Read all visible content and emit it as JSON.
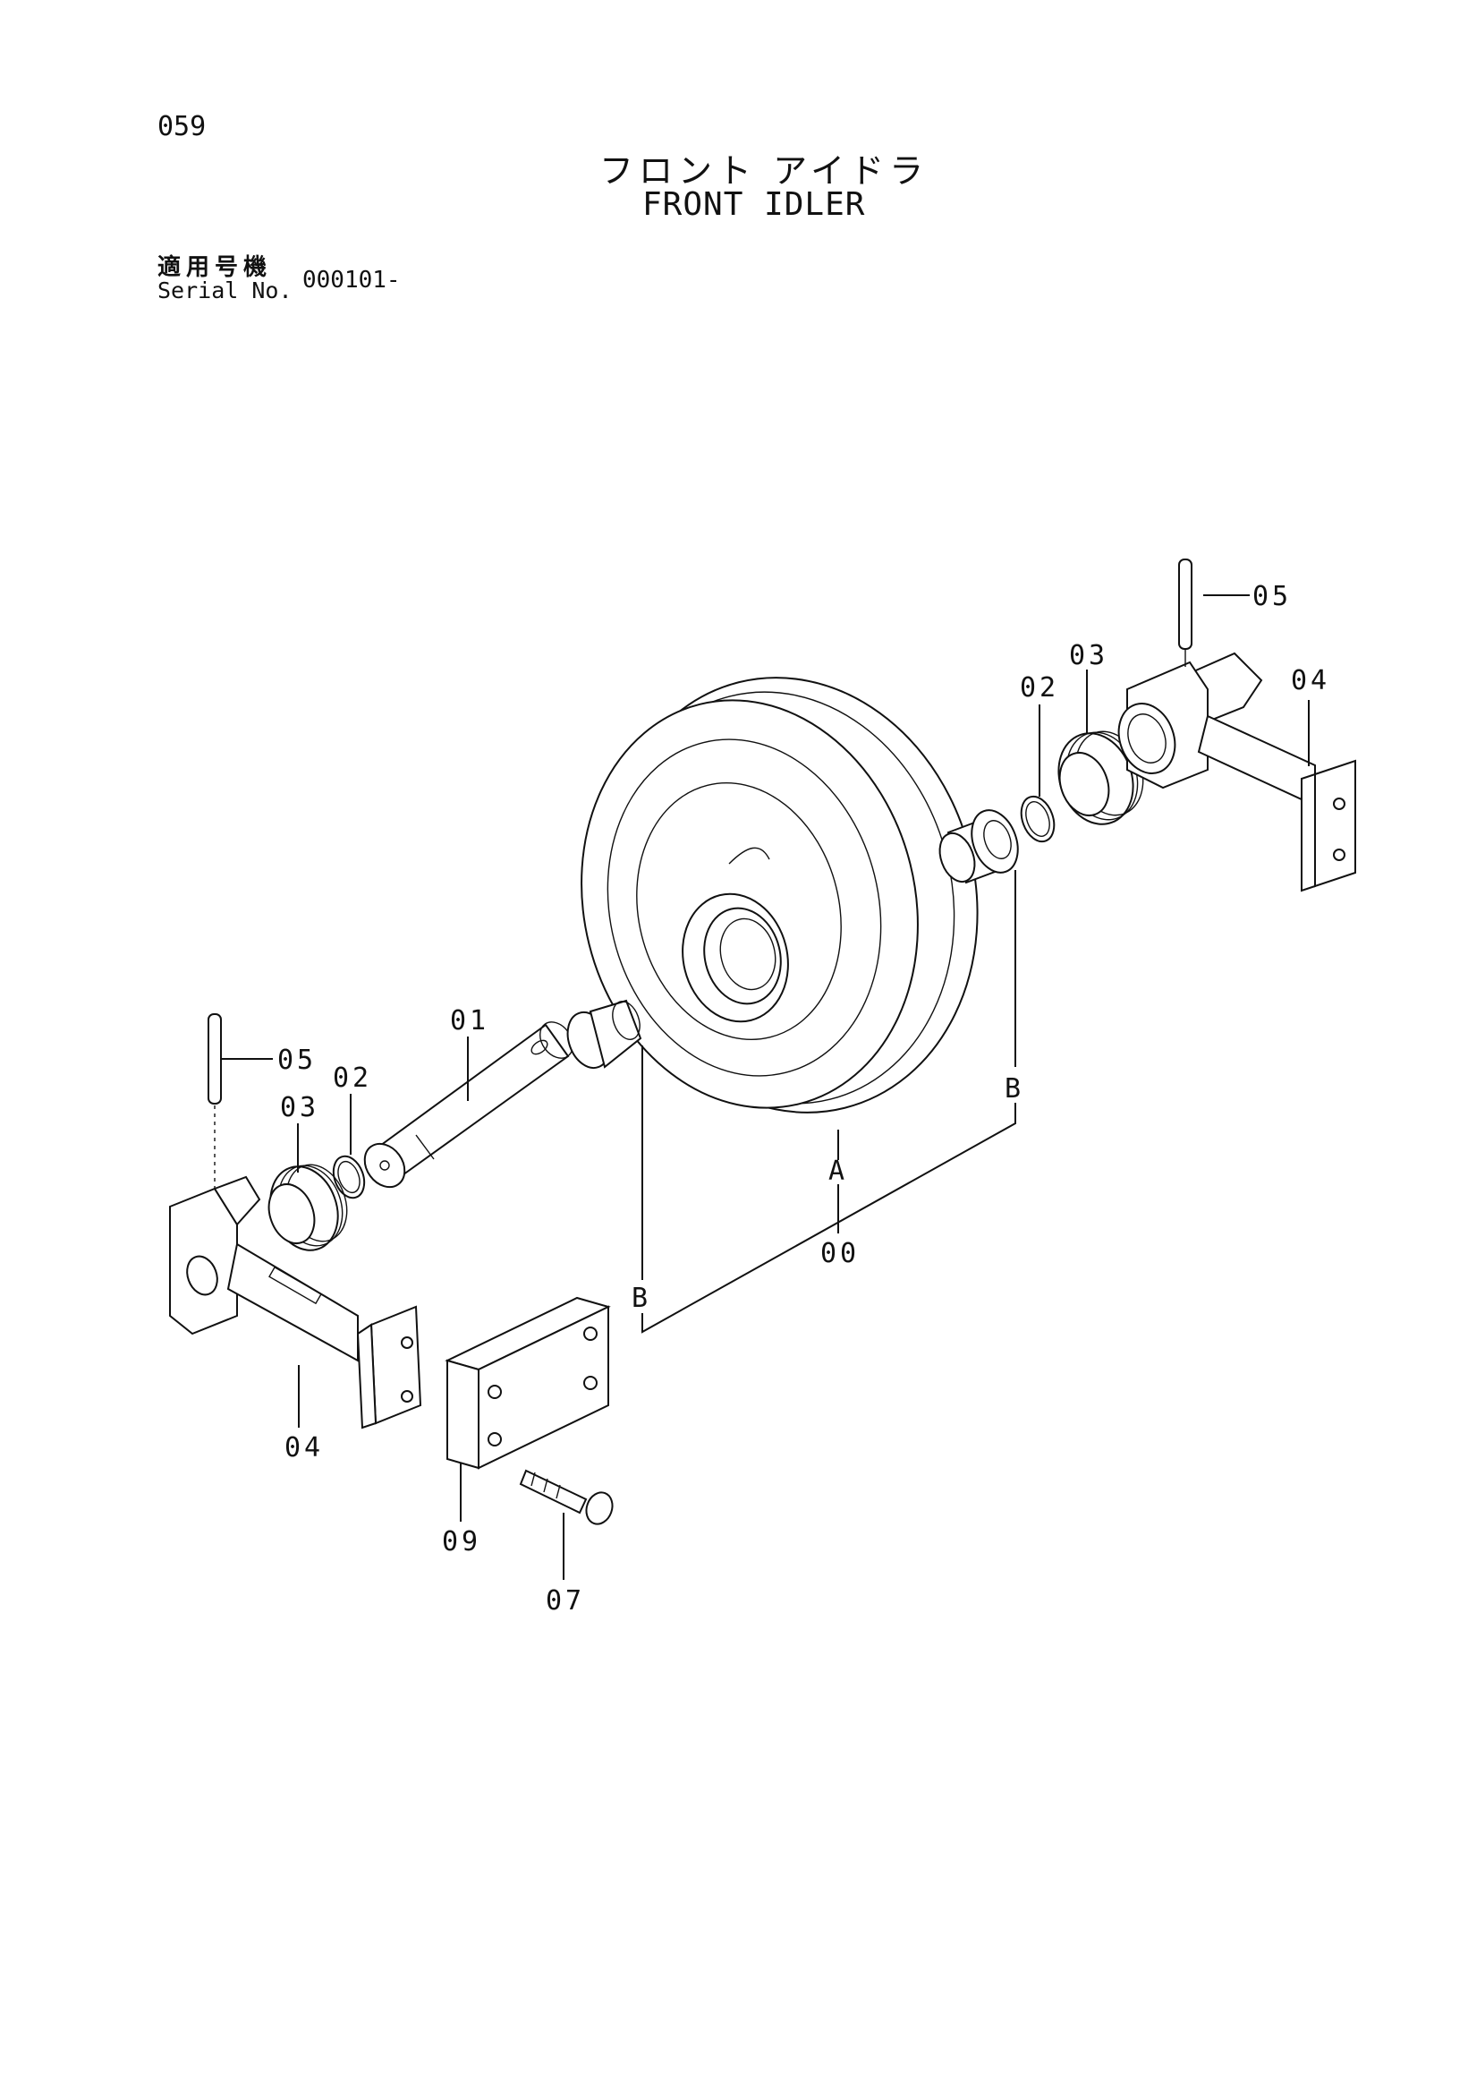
{
  "header": {
    "page_number": "059",
    "title_jp": "フロント アイドラ",
    "title_en": "FRONT IDLER",
    "serial_label_jp": "適用号機",
    "serial_label_en": "Serial No.",
    "serial_value": "000101-"
  },
  "callouts": {
    "assembly": "00",
    "pin": "01",
    "o_ring_left": "02",
    "o_ring_right": "02",
    "seal_left": "03",
    "seal_right": "03",
    "support_left": "04",
    "support_right": "04",
    "spring_pin_left": "05",
    "spring_pin_right": "05",
    "bolt": "07",
    "plate": "09",
    "ref_a": "A",
    "ref_b_left": "B",
    "ref_b_right": "B"
  }
}
